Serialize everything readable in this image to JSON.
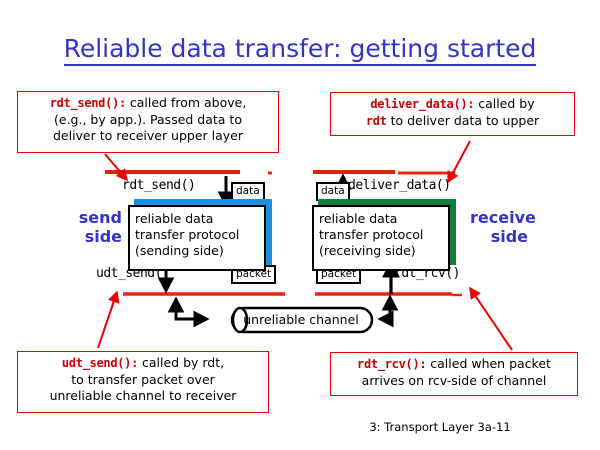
{
  "slide": {
    "title": "Reliable data transfer: getting started",
    "title_color": "#3333cc",
    "background": "#ffffff"
  },
  "callouts": [
    {
      "id": "rdt_send",
      "code": "rdt_send():",
      "text": " called from above, (e.g., by app.). Passed data to deliver to receiver upper layer",
      "line1_code": "rdt_send():",
      "line1_text": " called from above,",
      "line2_text": "(e.g., by app.). Passed data to",
      "line3_text": "deliver to receiver upper layer",
      "border_color": "#ee0000"
    },
    {
      "id": "deliver_data",
      "line1_code": "deliver_data():",
      "line1_text": " called by",
      "line2_code": "rdt",
      "line2_text": " to deliver data to upper",
      "border_color": "#ee0000"
    },
    {
      "id": "udt_send",
      "line1_code": "udt_send():",
      "line1_text": " called by rdt,",
      "line2_text": "to transfer packet over",
      "line3_text": "unreliable channel to receiver",
      "border_color": "#ee0000"
    },
    {
      "id": "rdt_rcv",
      "line1_code": "rdt_rcv():",
      "line1_text": " called when packet",
      "line2_text": "arrives on rcv-side of channel",
      "border_color": "#ee0000"
    }
  ],
  "diagram": {
    "send_side_label_line1": "send",
    "send_side_label_line2": "side",
    "receive_side_label_line1": "receive",
    "receive_side_label_line2": "side",
    "side_label_color": "#3333cc",
    "labels": {
      "rdt_send": "rdt_send()",
      "deliver_data": "deliver_data()",
      "udt_send": "udt_send()",
      "rdt_rcv": "rdt_rcv()"
    },
    "miniboxes": {
      "data_left": "data",
      "data_right": "data",
      "packet_left": "packet",
      "packet_right": "packet"
    },
    "protocol_boxes": [
      {
        "id": "sending",
        "line1": "reliable data",
        "line2": "transfer protocol",
        "line3": "(sending side)",
        "shadow_color": "#1b8fe0"
      },
      {
        "id": "receiving",
        "line1": "reliable data",
        "line2": "transfer protocol",
        "line3": "(receiving side)",
        "shadow_color": "#108040"
      }
    ],
    "channel_label": "unreliable channel",
    "layer_line_color": "#ee2211",
    "arrow_color": "#ee0000"
  },
  "footer": {
    "text": "3: Transport Layer  3a-11"
  }
}
